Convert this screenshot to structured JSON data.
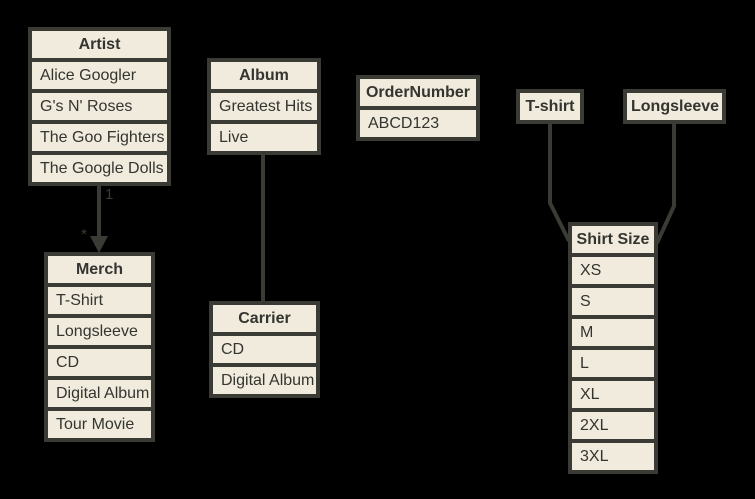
{
  "diagram": {
    "colors": {
      "background": "#000000",
      "box_fill": "#F0EBDC",
      "line_and_border": "#3B3B35",
      "text": "#343430"
    },
    "tables": {
      "artist": {
        "header": "Artist",
        "rows": [
          "Alice Googler",
          "G's N' Roses",
          "The Goo Fighters",
          "The Google Dolls"
        ]
      },
      "album": {
        "header": "Album",
        "rows": [
          "Greatest Hits",
          "Live"
        ]
      },
      "order_number": {
        "header": "OrderNumber",
        "rows": [
          "ABCD123"
        ]
      },
      "t_shirt": {
        "header": "T-shirt",
        "rows": []
      },
      "longsleeve": {
        "header": "Longsleeve",
        "rows": []
      },
      "merch": {
        "header": "Merch",
        "rows": [
          "T-Shirt",
          "Longsleeve",
          "CD",
          "Digital Album",
          "Tour Movie"
        ]
      },
      "carrier": {
        "header": "Carrier",
        "rows": [
          "CD",
          "Digital Album"
        ]
      },
      "shirt_size": {
        "header": "Shirt Size",
        "rows": [
          "XS",
          "S",
          "M",
          "L",
          "XL",
          "2XL",
          "3XL"
        ]
      }
    },
    "edges": {
      "artist_to_merch": {
        "label_source": "1",
        "label_target": "*"
      },
      "album_to_carrier": {},
      "t_shirt_to_shirt_size": {},
      "longsleeve_to_shirt_size": {}
    }
  }
}
